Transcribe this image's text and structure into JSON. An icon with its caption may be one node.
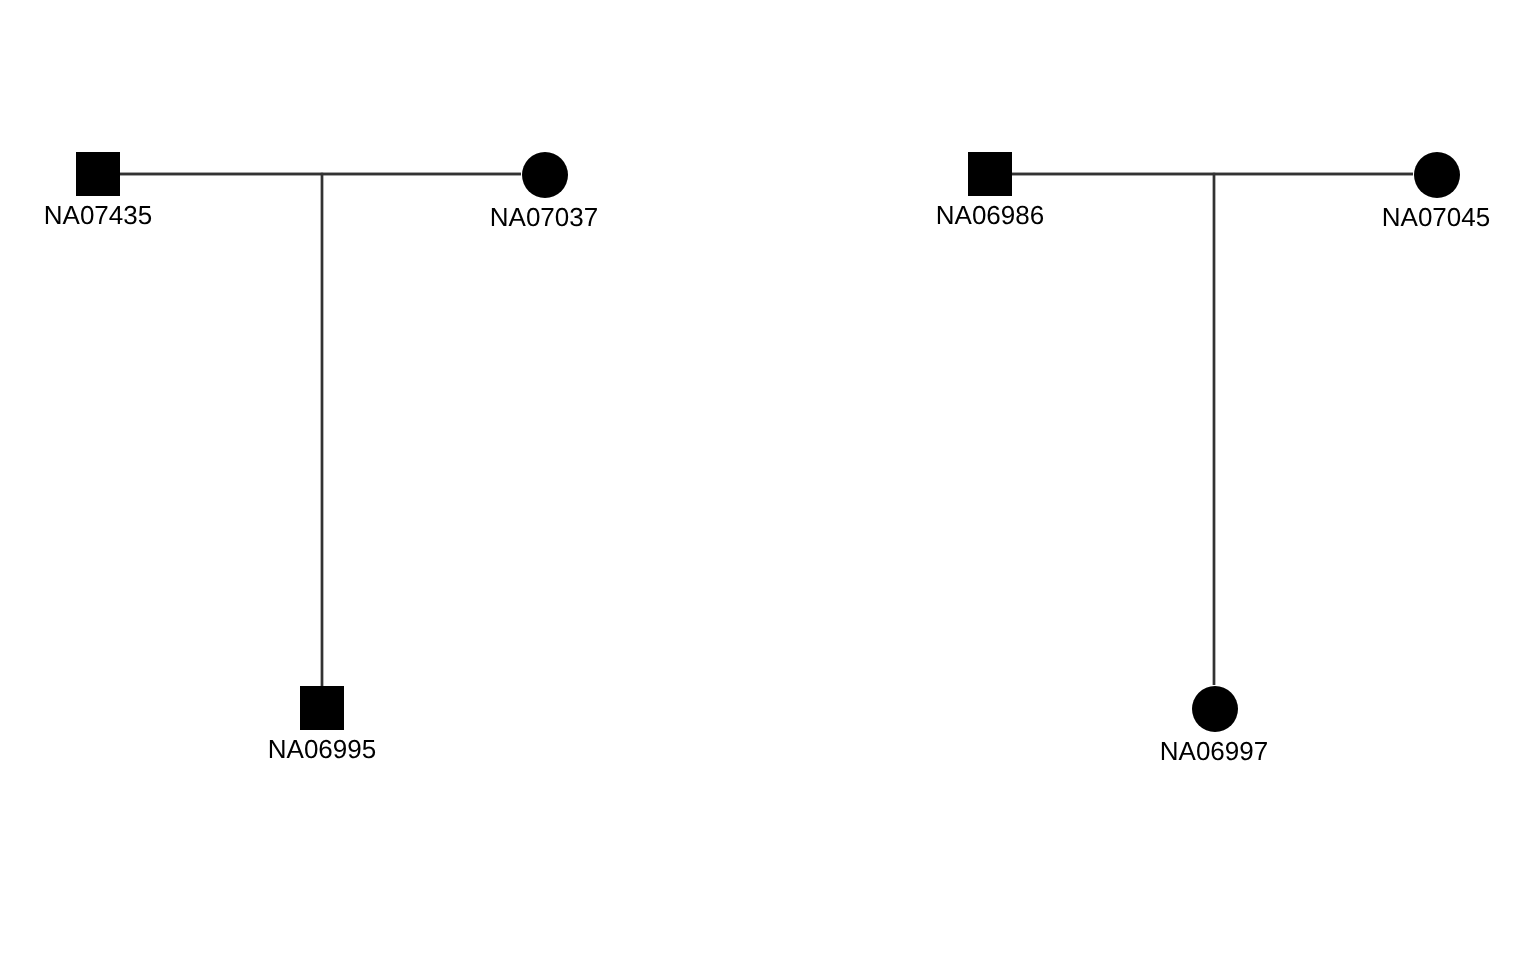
{
  "diagram": {
    "nodes": [
      {
        "text": [],
        "shape": "box",
        "beside": [
          "NA07435"
        ]
      },
      {
        "text": [],
        "shape": "circle",
        "beside": [
          "NA07037"
        ]
      },
      {
        "text": [],
        "shape": "box",
        "beside": [
          "NA06995"
        ]
      },
      {
        "text": [],
        "shape": "box",
        "beside": [
          "NA06986"
        ]
      },
      {
        "text": [],
        "shape": "circle",
        "beside": [
          "NA07045"
        ]
      },
      {
        "text": [],
        "shape": "circle",
        "beside": [
          "NA06997"
        ]
      }
    ],
    "edges": [
      {
        "from": 0,
        "to": 1,
        "arrow": "none"
      },
      {
        "from": 0,
        "to": 2,
        "arrow": "none"
      },
      {
        "from": 1,
        "to": 2,
        "arrow": "none"
      },
      {
        "from": 3,
        "to": 4,
        "arrow": "none"
      },
      {
        "from": 3,
        "to": 5,
        "arrow": "none"
      },
      {
        "from": 4,
        "to": 5,
        "arrow": "none"
      }
    ]
  }
}
